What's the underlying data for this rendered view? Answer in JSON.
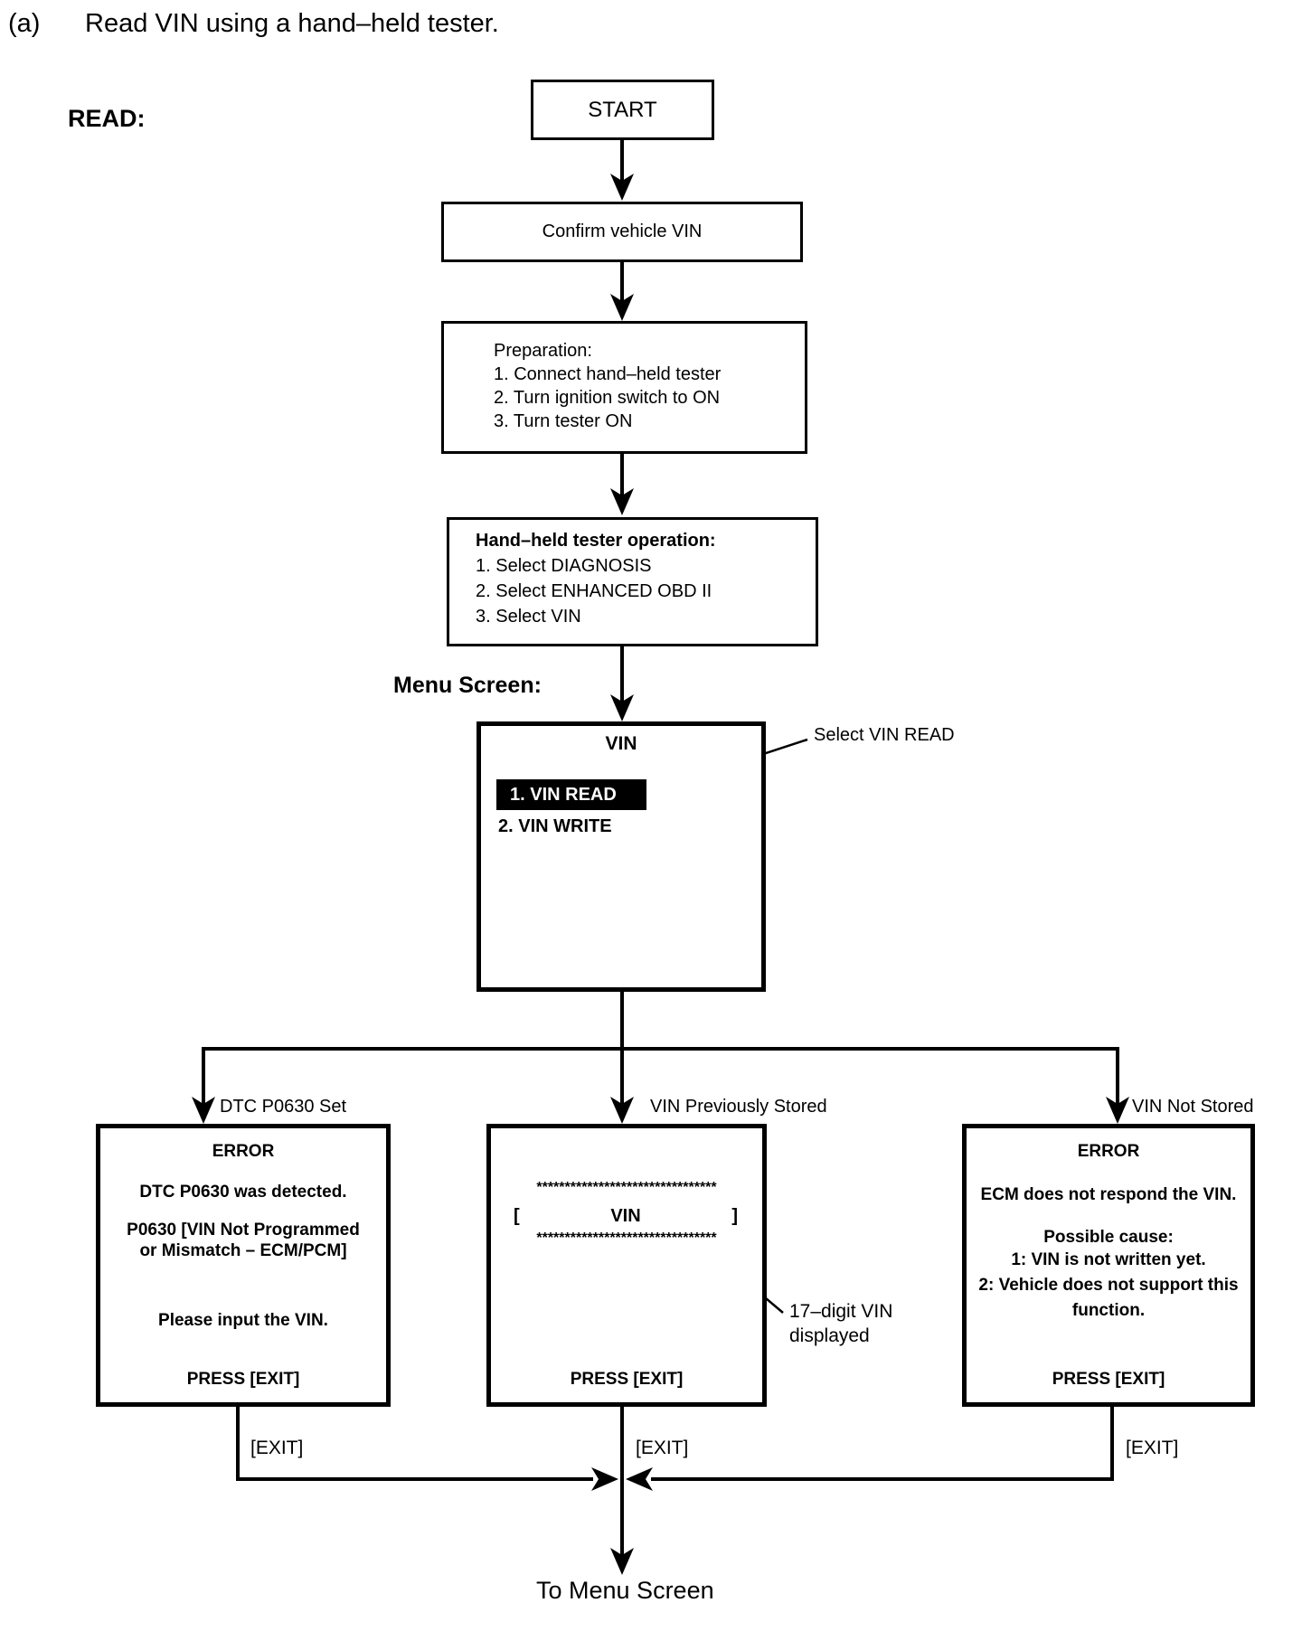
{
  "page": {
    "step_label": "(a)",
    "step_text": "Read VIN using a hand–held tester.",
    "section_label": "READ:"
  },
  "flow": {
    "start": "START",
    "confirm": "Confirm vehicle VIN",
    "preparation": {
      "lines": [
        "Preparation:",
        "1. Connect hand–held tester",
        "2. Turn ignition switch to ON",
        "3. Turn tester ON"
      ]
    },
    "tester_op": {
      "title": "Hand–held tester operation:",
      "lines": [
        "1. Select DIAGNOSIS",
        "2. Select ENHANCED OBD II",
        "3. Select VIN"
      ]
    },
    "menu_screen_label": "Menu Screen:",
    "menu": {
      "title": "VIN",
      "item1": "1. VIN READ",
      "item2": "2. VIN WRITE",
      "annotation": "Select VIN READ"
    },
    "branches": {
      "left_label": "DTC P0630 Set",
      "middle_label": "VIN Previously Stored",
      "right_label": "VIN Not Stored"
    },
    "left_box": {
      "lines": [
        "ERROR",
        "DTC P0630 was detected.",
        "P0630 [VIN Not Programmed",
        "or Mismatch – ECM/PCM]",
        "Please input the VIN.",
        "PRESS [EXIT]"
      ]
    },
    "middle_box": {
      "asterisks": "********************************",
      "bracket_open": "[",
      "vin_label": "VIN",
      "bracket_close": "]",
      "press_exit": "PRESS [EXIT]",
      "annotation_line1": "17–digit VIN",
      "annotation_line2": "displayed"
    },
    "right_box": {
      "lines": [
        "ERROR",
        "ECM does not respond the VIN.",
        "Possible cause:",
        "1: VIN is not written yet.",
        "2: Vehicle does not support this",
        "function.",
        "PRESS [EXIT]"
      ]
    },
    "exits": {
      "left": "[EXIT]",
      "middle": "[EXIT]",
      "right": "[EXIT]"
    },
    "to_menu": "To Menu Screen"
  }
}
